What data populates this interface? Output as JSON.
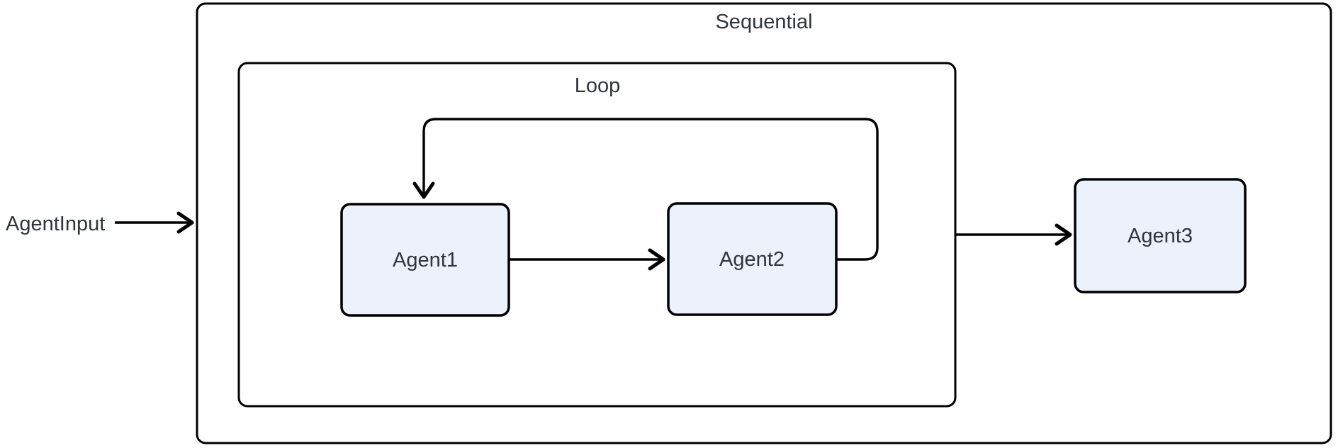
{
  "diagram": {
    "type": "flowchart",
    "direction": "left-to-right",
    "background": "#ffffff",
    "colors": {
      "node_fill": "#edf1fb",
      "node_stroke": "#000000",
      "cluster_stroke": "#000000",
      "edge_stroke": "#000000",
      "text": "#2f353b"
    },
    "input": {
      "label": "AgentInput"
    },
    "clusters": [
      {
        "id": "sequential",
        "label": "Sequential",
        "contains": [
          "Loop",
          "Agent3"
        ]
      },
      {
        "id": "loop",
        "label": "Loop",
        "parent": "Sequential",
        "contains": [
          "Agent1",
          "Agent2"
        ]
      }
    ],
    "nodes": [
      {
        "id": "agent1",
        "label": "Agent1",
        "cluster": "Loop"
      },
      {
        "id": "agent2",
        "label": "Agent2",
        "cluster": "Loop"
      },
      {
        "id": "agent3",
        "label": "Agent3",
        "cluster": "Sequential"
      }
    ],
    "edges": [
      {
        "from": "AgentInput",
        "to": "Sequential",
        "kind": "arrow"
      },
      {
        "from": "Agent1",
        "to": "Agent2",
        "kind": "arrow"
      },
      {
        "from": "Agent2",
        "to": "Agent1",
        "kind": "loop-back-arrow"
      },
      {
        "from": "Loop",
        "to": "Agent3",
        "kind": "arrow"
      }
    ]
  }
}
